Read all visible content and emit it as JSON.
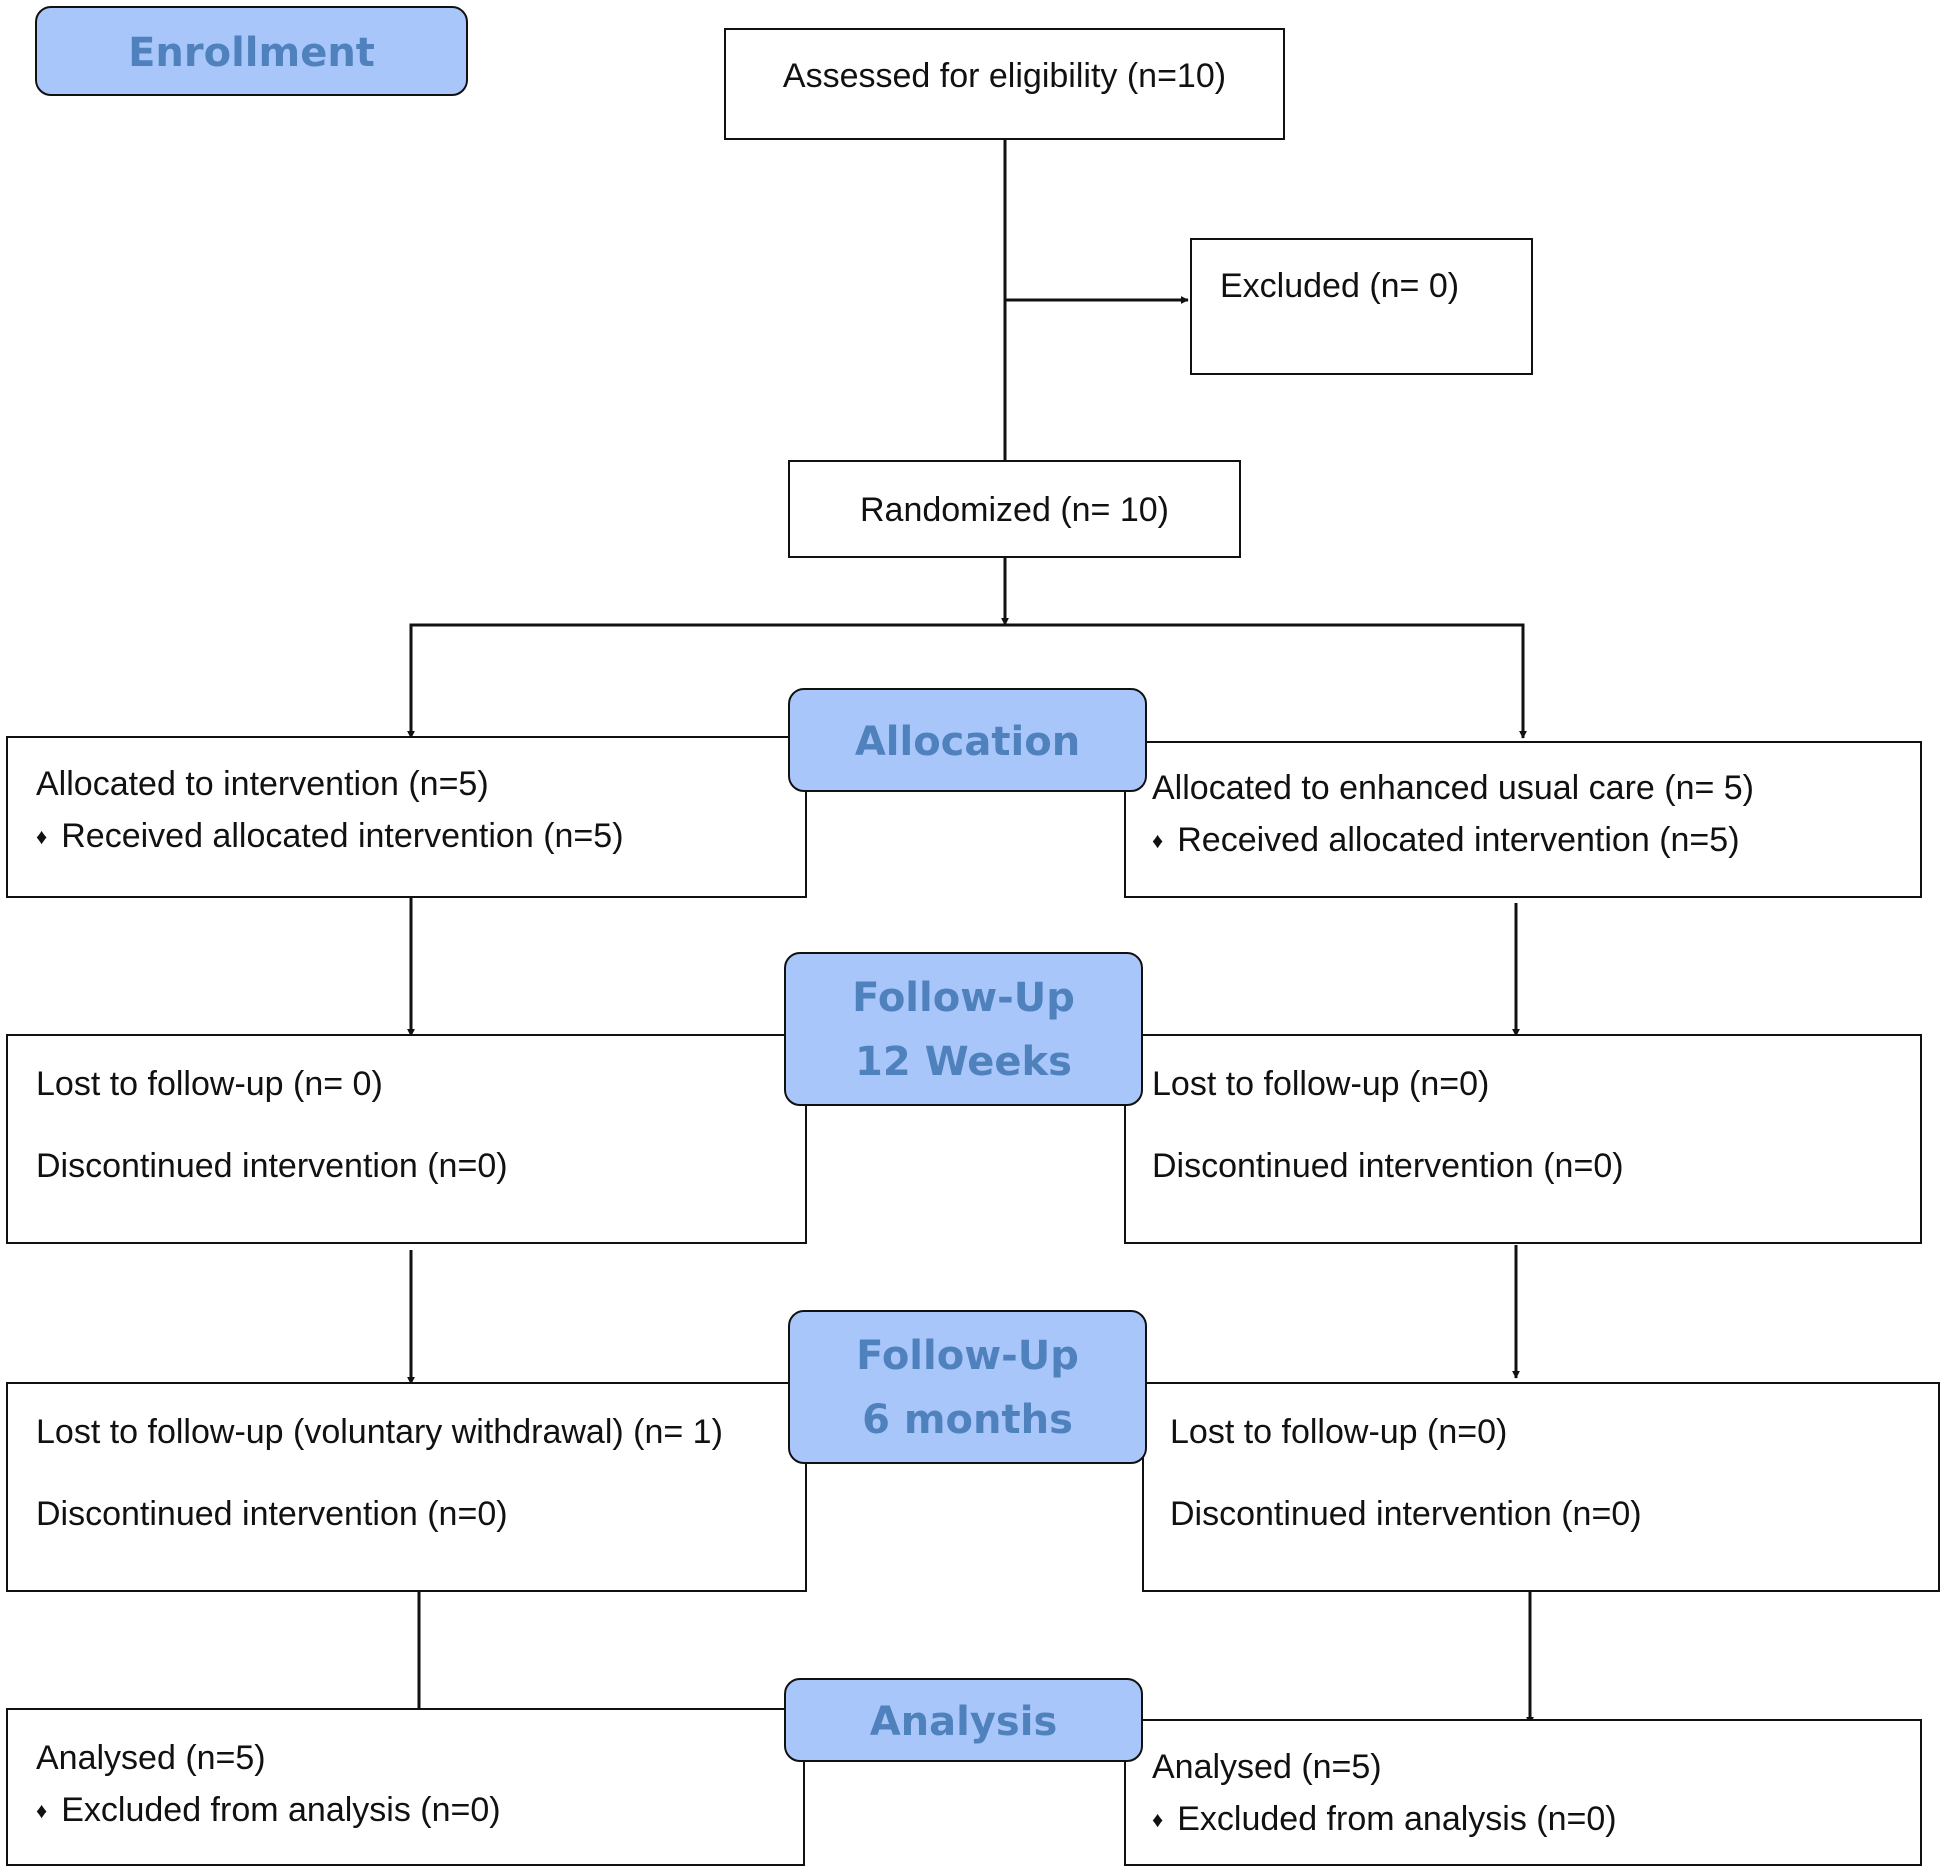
{
  "stages": {
    "enrollment": "Enrollment",
    "allocation": "Allocation",
    "followup12_line1": "Follow-Up",
    "followup12_line2": "12 Weeks",
    "followup6_line1": "Follow-Up",
    "followup6_line2": "6 months",
    "analysis": "Analysis"
  },
  "enrollment": {
    "assessed": "Assessed for eligibility (n=10)",
    "excluded": "Excluded (n= 0)",
    "randomized": "Randomized (n= 10)"
  },
  "bullet_glyph": "♦",
  "allocation": {
    "left": {
      "line1": "Allocated to intervention (n=5)",
      "line2": "Received allocated intervention (n=5)"
    },
    "right": {
      "line1": "Allocated to enhanced usual care (n= 5)",
      "line2": "Received allocated intervention (n=5)"
    }
  },
  "followup_12_weeks": {
    "left": {
      "lost": "Lost to follow-up (n= 0)",
      "discontinued": "Discontinued intervention (n=0)"
    },
    "right": {
      "lost": "Lost to follow-up (n=0)",
      "discontinued": "Discontinued intervention (n=0)"
    }
  },
  "followup_6_months": {
    "left": {
      "lost": "Lost to follow-up (voluntary withdrawal) (n= 1)",
      "discontinued": "Discontinued intervention (n=0)"
    },
    "right": {
      "lost": "Lost to follow-up (n=0)",
      "discontinued": "Discontinued intervention (n=0)"
    }
  },
  "analysis": {
    "left": {
      "analysed": "Analysed (n=5)",
      "excluded": "Excluded from analysis (n=0)"
    },
    "right": {
      "analysed": "Analysed (n=5)",
      "excluded": "Excluded from analysis (n=0)"
    }
  },
  "colors": {
    "stage_fill": "#a9c6fb",
    "stage_text": "#4f81bd",
    "line": "#111111"
  }
}
